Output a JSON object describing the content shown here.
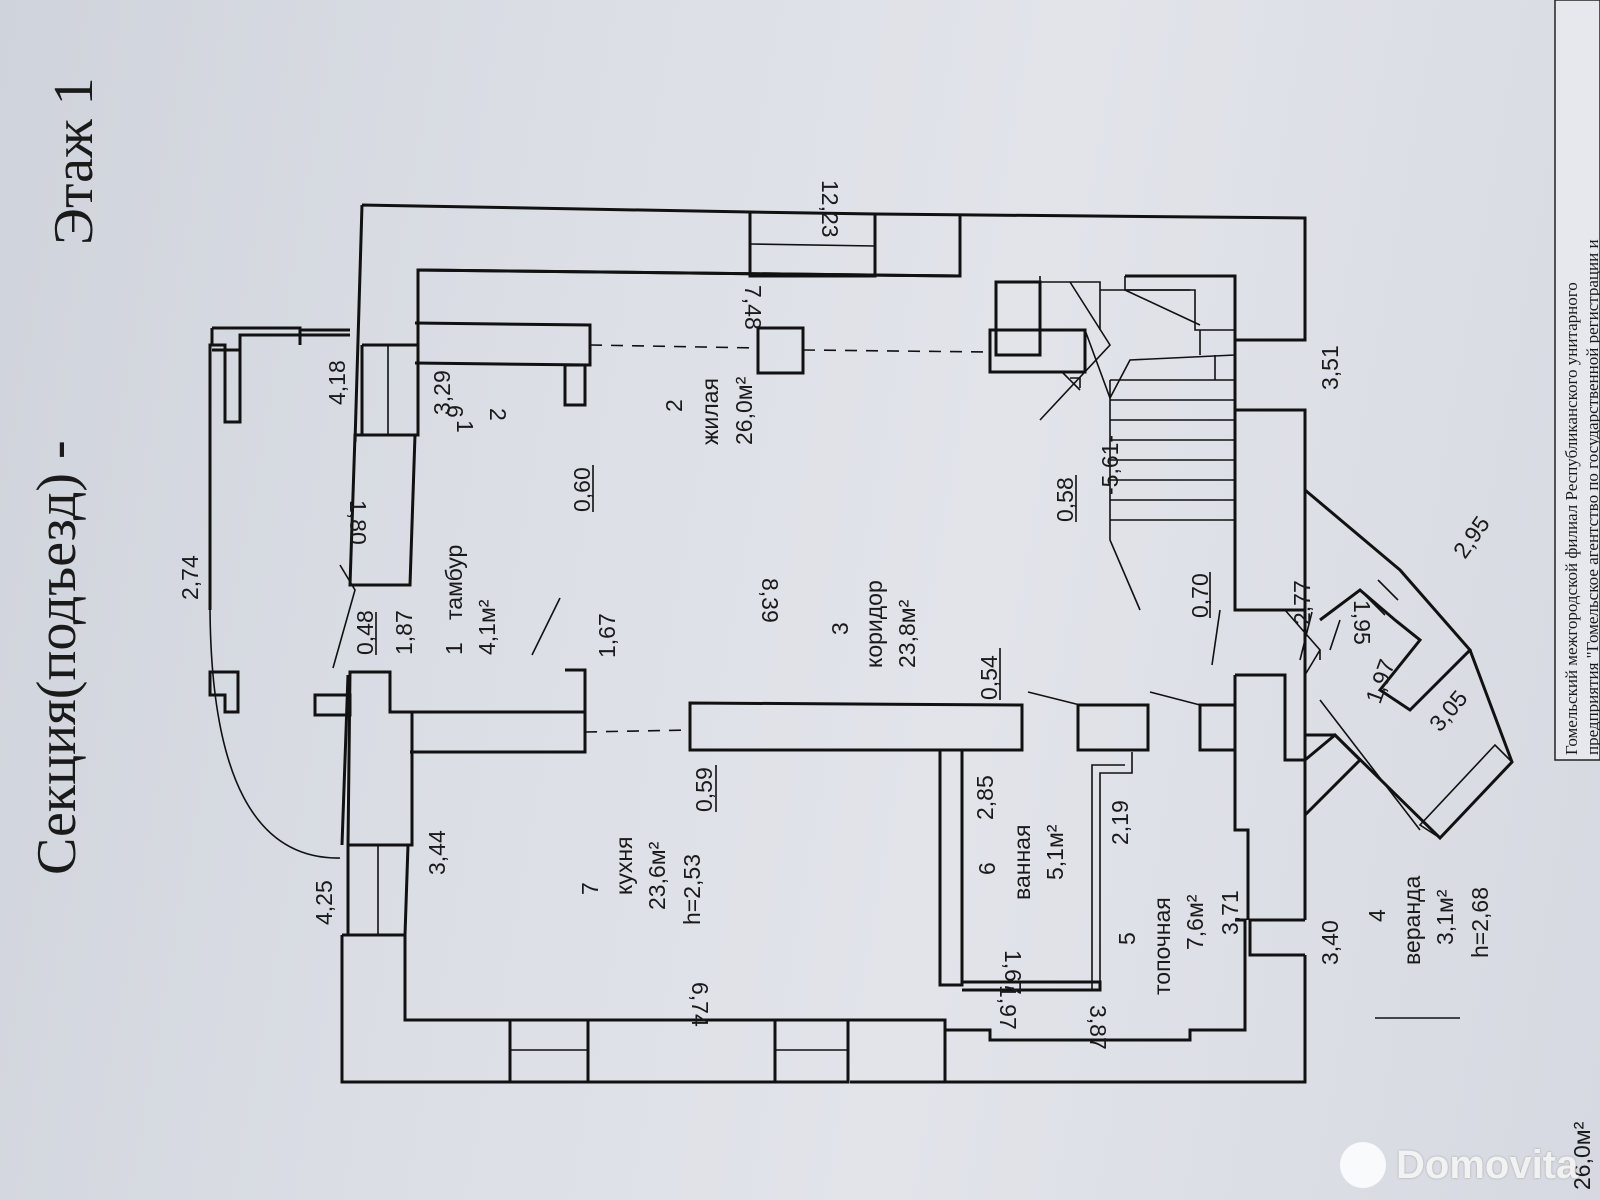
{
  "header": {
    "section": "Секция(подъезд) -",
    "floor": "Этаж 1"
  },
  "stamp": {
    "line1": "Гомельский межгородской филиал Республиканского унитарного",
    "line2": "предприятия \"Гомельское агентство по государственной регистрации и"
  },
  "bottom_area": "26,0м²",
  "rooms": [
    {
      "num": "1",
      "name": "тамбур",
      "area": "4,1м²",
      "height": ""
    },
    {
      "num": "2",
      "name": "жилая",
      "area": "26,0м²",
      "height": ""
    },
    {
      "num": "3",
      "name": "коридор",
      "area": "23,8м²",
      "height": ""
    },
    {
      "num": "4",
      "name": "веранда",
      "area": "3,1м²",
      "height": "h=2,68"
    },
    {
      "num": "5",
      "name": "топочная",
      "area": "7,6м²",
      "height": ""
    },
    {
      "num": "6",
      "name": "ванная",
      "area": "5,1м²",
      "height": ""
    },
    {
      "num": "7",
      "name": "кухня",
      "area": "23,6м²",
      "height": "h=2,53"
    }
  ],
  "tambur_fraction": {
    "top": "1",
    "side": "6",
    "bottom": "2"
  },
  "dimensions": {
    "d_12_23": "12,23",
    "d_7_48": "7,48",
    "d_4_18": "4,18",
    "d_3_29": "3,29",
    "d_1_80": "1,80",
    "d_2_74": "2,74",
    "d_0_60": "0,60",
    "d_0_48": "0,48",
    "d_1_87": "1,87",
    "d_1_67": "1,67",
    "d_8_39": "8,39",
    "d_0_58": "0,58",
    "d_5_61": "-5,61-",
    "d_0_70": "0,70",
    "d_3_51": "3,51",
    "d_2_77": "2,77",
    "d_2_95": "2,95",
    "d_1_95": "1,95",
    "d_1_97a": "1,97",
    "d_3_05": "3,05",
    "d_0_54": "0,54",
    "d_0_59": "0,59",
    "d_2_85": "2,85",
    "d_2_19": "2,19",
    "d_4_25": "4,25",
    "d_3_44": "3,44",
    "d_6_74": "6,74",
    "d_1_67b": "1,67",
    "d_1_97b": "1,97",
    "d_3_87": "3,87",
    "d_3_71": "3,71",
    "d_3_40": "3,40"
  },
  "watermark": "Domovita",
  "colors": {
    "paper": "#dcdfe6",
    "ink": "#111111"
  }
}
